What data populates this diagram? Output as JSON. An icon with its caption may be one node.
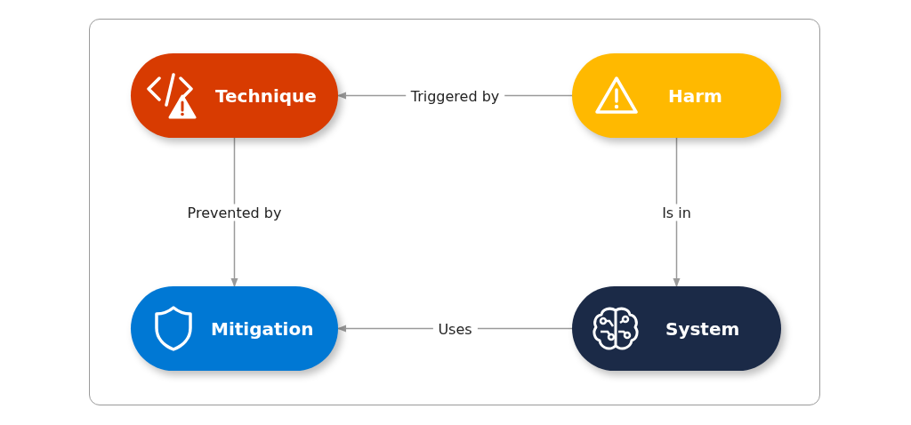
{
  "diagram": {
    "nodes": [
      {
        "text": [
          "Technique"
        ]
      },
      {
        "text": [
          "Harm"
        ]
      },
      {
        "text": [
          "Mitigation"
        ]
      },
      {
        "text": [
          "System"
        ]
      }
    ],
    "edges": [
      {
        "from": 1,
        "to": 0,
        "arrow": "to",
        "label": "Triggered by"
      },
      {
        "from": 0,
        "to": 2,
        "arrow": "to",
        "label": "Prevented by"
      },
      {
        "from": 1,
        "to": 3,
        "arrow": "to",
        "label": "Is in"
      },
      {
        "from": 3,
        "to": 2,
        "arrow": "to",
        "label": "Uses"
      }
    ]
  }
}
